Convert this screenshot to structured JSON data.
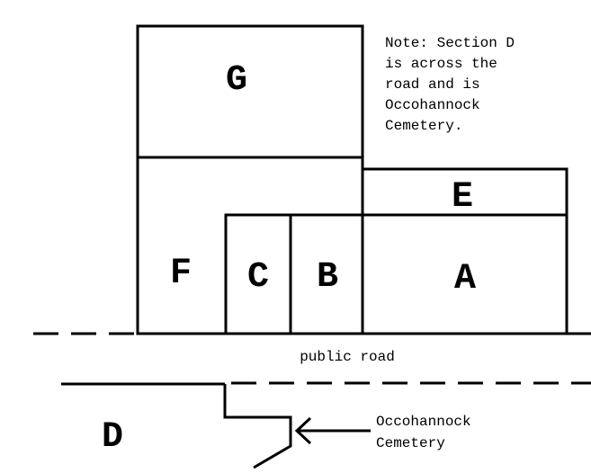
{
  "sections": {
    "A": "A",
    "B": "B",
    "C": "C",
    "D": "D",
    "E": "E",
    "F": "F",
    "G": "G"
  },
  "note": {
    "lines": [
      "Note: Section D",
      "is across the",
      "road and is",
      "Occohannock",
      "Cemetery."
    ]
  },
  "road": {
    "label": "public road"
  },
  "cemetery": {
    "lines": [
      "Occohannock",
      "Cemetery"
    ]
  },
  "colors": {
    "ink": "#000000",
    "background": "#ffffff"
  }
}
